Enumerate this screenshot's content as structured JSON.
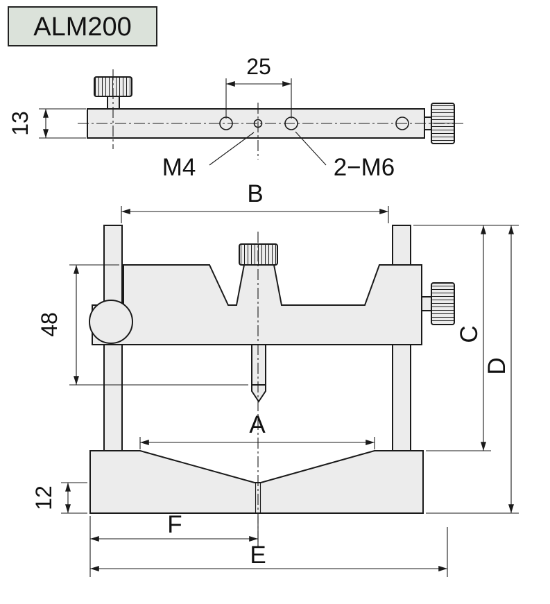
{
  "model": {
    "label": "ALM200"
  },
  "top_view": {
    "dim_width_25": "25",
    "dim_height_13": "13",
    "hole_label_m4": "M4",
    "hole_label_2m6": "2−M6"
  },
  "front_view": {
    "dim_b": "B",
    "dim_48": "48",
    "dim_c": "C",
    "dim_d": "D",
    "dim_a": "A",
    "dim_12": "12",
    "dim_f": "F",
    "dim_e": "E"
  },
  "colors": {
    "line": "#1a1a1a",
    "part_fill": "#ececec",
    "label_box_fill": "#dbe2da",
    "background": "#ffffff"
  }
}
